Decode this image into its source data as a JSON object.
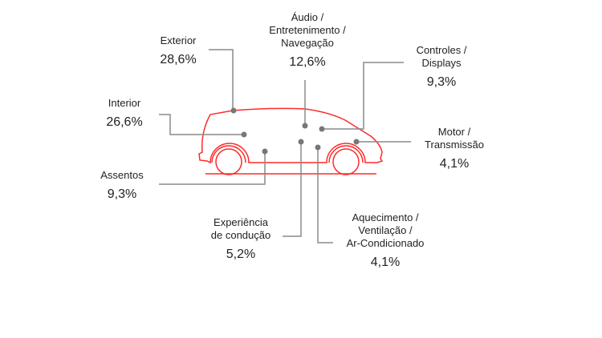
{
  "colors": {
    "car": "#ff2a2a",
    "line": "#8a8a8a",
    "dot": "#777777"
  },
  "categories": [
    {
      "id": "exterior",
      "label": "Exterior",
      "value": "28,6%"
    },
    {
      "id": "audio",
      "label_lines": [
        "Áudio /",
        "Entretenimento /",
        "Navegação"
      ],
      "value": "12,6%"
    },
    {
      "id": "controles",
      "label_lines": [
        "Controles /",
        "Displays"
      ],
      "value": "9,3%"
    },
    {
      "id": "interior",
      "label": "Interior",
      "value": "26,6%"
    },
    {
      "id": "motor",
      "label_lines": [
        "Motor /",
        "Transmissão"
      ],
      "value": "4,1%"
    },
    {
      "id": "assentos",
      "label": "Assentos",
      "value": "9,3%"
    },
    {
      "id": "experiencia",
      "label_lines": [
        "Experiência",
        "de condução"
      ],
      "value": "5,2%"
    },
    {
      "id": "aquecimento",
      "label_lines": [
        "Aquecimento /",
        "Ventilação /",
        "Ar-Condicionado"
      ],
      "value": "4,1%"
    }
  ]
}
